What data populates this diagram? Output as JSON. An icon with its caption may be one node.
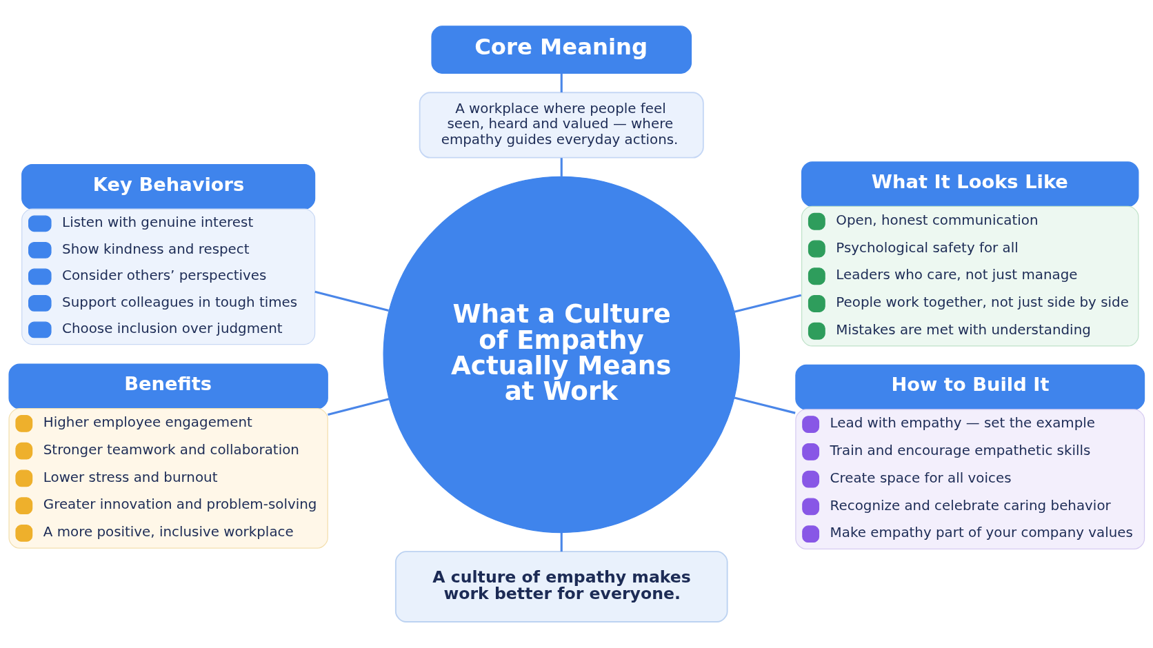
{
  "diagram": {
    "nodes": [
      {
        "text": [
          "Core Meaning"
        ]
      },
      {
        "text": [
          "A workplace where people feel seen, heard and valued — where empathy guides everyday actions."
        ]
      },
      {
        "text": [
          "Key Behaviors",
          "Listen with genuine interest",
          "Show kindness and respect",
          "Consider others’ perspectives",
          "Support colleagues in tough times",
          "Choose inclusion over judgment"
        ]
      },
      {
        "text": [
          "What It Looks Like",
          "Open, honest communication",
          "Psychological safety for all",
          "Leaders who care, not just manage",
          "People work together, not just side by side",
          "Mistakes are met with understanding"
        ]
      },
      {
        "text": [
          "What a Culture of Empathy Actually Means at Work"
        ]
      },
      {
        "text": [
          "Benefits",
          "Higher employee engagement",
          "Stronger teamwork and collaboration",
          "Lower stress and burnout",
          "Greater innovation and problem-solving",
          "A more positive, inclusive workplace"
        ]
      },
      {
        "text": [
          "How to Build It",
          "Lead with empathy — set the example",
          "Train and encourage empathetic skills",
          "Create space for all voices",
          "Recognize and celebrate caring behavior",
          "Make empathy part of your company values"
        ]
      },
      {
        "text": [
          "A culture of empathy makes work better for everyone."
        ]
      }
    ],
    "edges": [
      {
        "from": 0,
        "to": 1,
        "arrow": "none"
      },
      {
        "from": 1,
        "to": 4,
        "arrow": "none"
      },
      {
        "from": 2,
        "to": 4,
        "arrow": "none"
      },
      {
        "from": 4,
        "to": 3,
        "arrow": "none"
      },
      {
        "from": 5,
        "to": 4,
        "arrow": "none"
      },
      {
        "from": 4,
        "to": 6,
        "arrow": "none"
      },
      {
        "from": 4,
        "to": 7,
        "arrow": "none"
      }
    ]
  }
}
